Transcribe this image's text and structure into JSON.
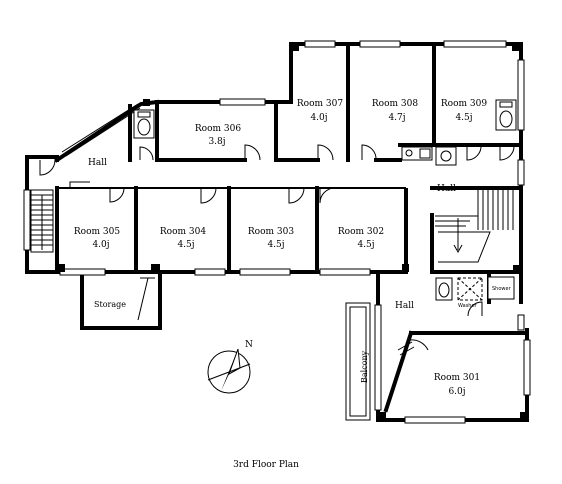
{
  "title": "3rd Floor Plan",
  "rooms": [
    {
      "id": "305",
      "name": "Room 305",
      "size": "4.0j"
    },
    {
      "id": "304",
      "name": "Room 304",
      "size": "4.5j"
    },
    {
      "id": "303",
      "name": "Room 303",
      "size": "4.5j"
    },
    {
      "id": "302",
      "name": "Room 302",
      "size": "4.5j"
    },
    {
      "id": "306",
      "name": "Room 306",
      "size": "3.8j"
    },
    {
      "id": "307",
      "name": "Room 307",
      "size": "4.0j"
    },
    {
      "id": "308",
      "name": "Room 308",
      "size": "4.7j"
    },
    {
      "id": "309",
      "name": "Room 309",
      "size": "4.5j"
    },
    {
      "id": "301",
      "name": "Room 301",
      "size": "6.0j"
    }
  ],
  "areas": {
    "hall_west": "Hall",
    "hall_east": "Hall",
    "hall_south": "Hall",
    "storage": "Storage",
    "balcony": "Balcony",
    "shower": "Shower",
    "washer": "Washer"
  },
  "compass": {
    "north_label": "N"
  }
}
